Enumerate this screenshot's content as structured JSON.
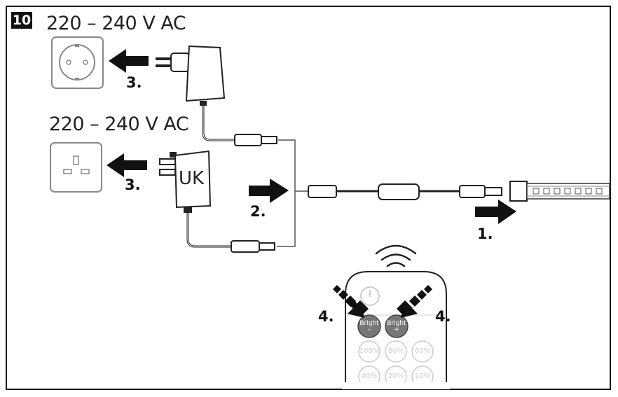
{
  "figure": {
    "step_number": "10",
    "voltage_eu": "220 – 240 V AC",
    "voltage_uk": "220 – 240 V AC",
    "uk_plug_label": "UK"
  },
  "steps": {
    "s1": "1.",
    "s2": "2.",
    "s3a": "3.",
    "s3b": "3.",
    "s4a": "4.",
    "s4b": "4."
  },
  "remote": {
    "bright_minus_line1": "Bright",
    "bright_minus_line2": "–",
    "bright_plus_line1": "Bright",
    "bright_plus_line2": "+",
    "presets": [
      "100%",
      "80%",
      "60%",
      "40%",
      "20%",
      "10%"
    ]
  }
}
